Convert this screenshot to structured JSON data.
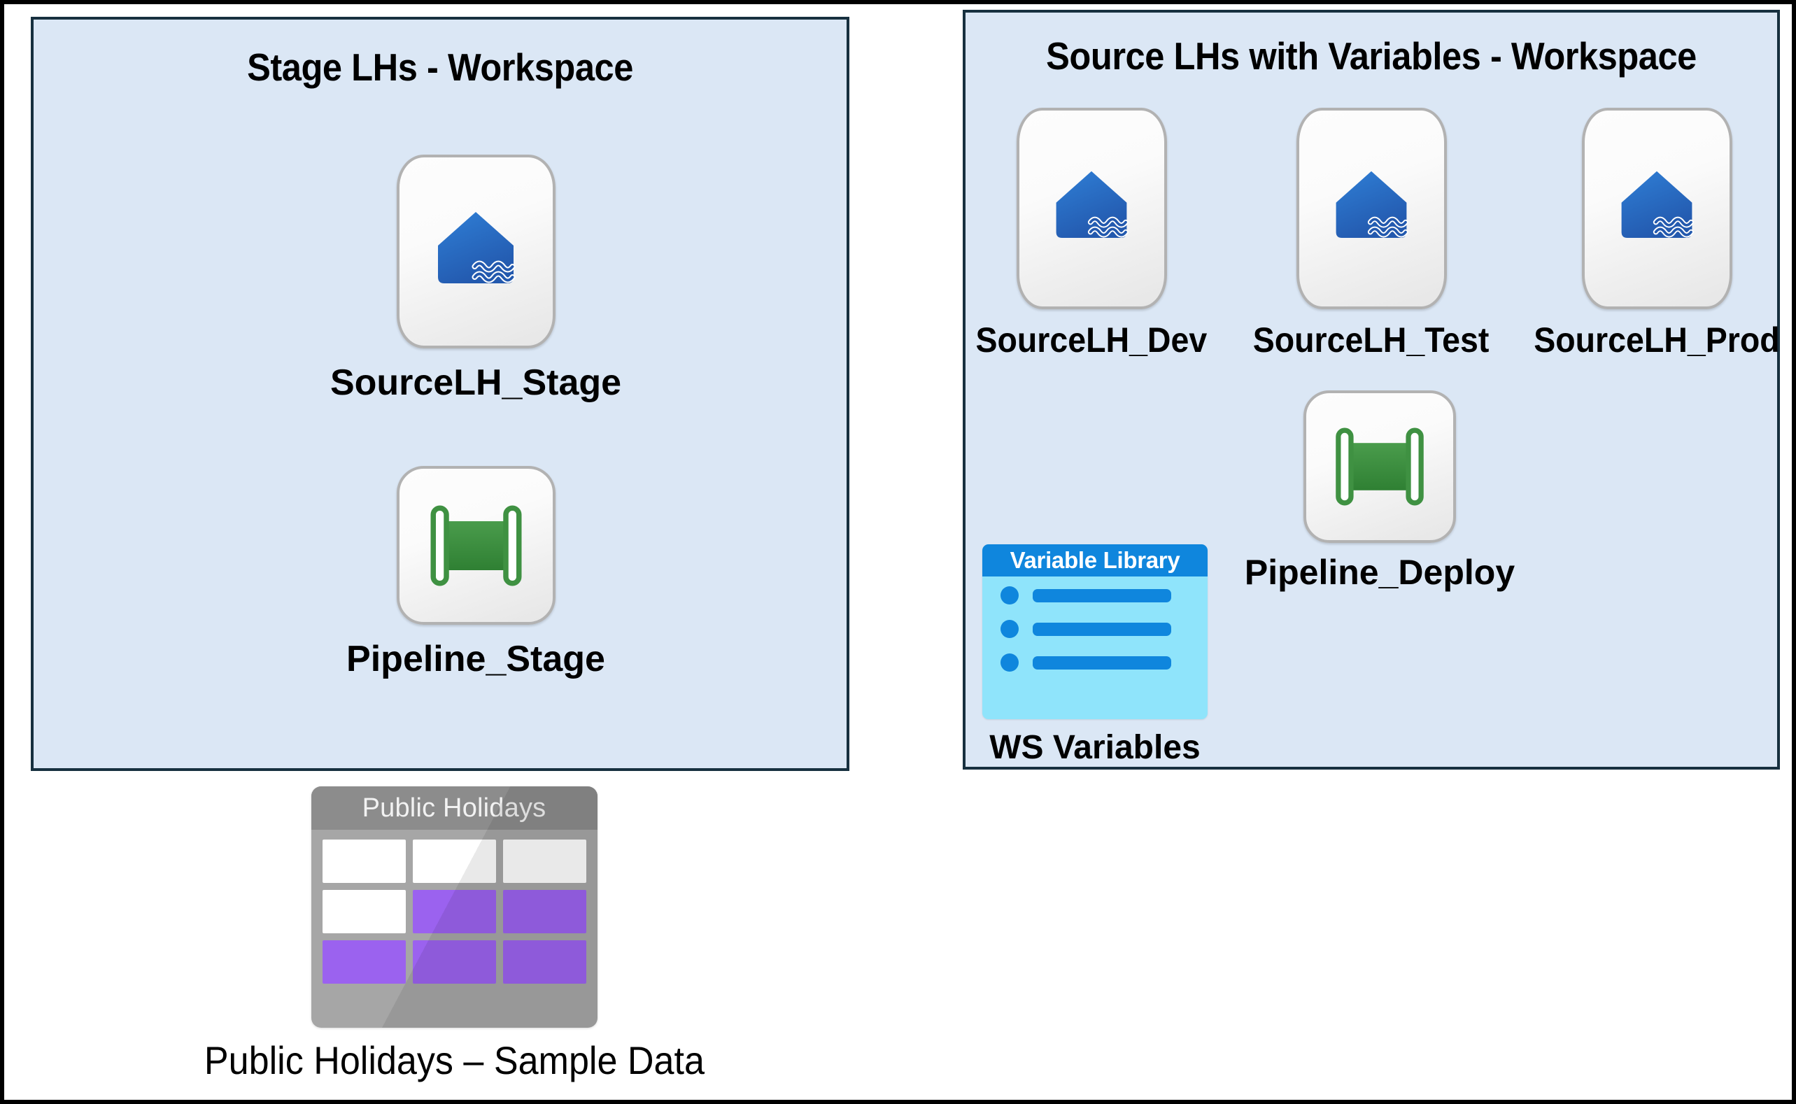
{
  "diagram": {
    "background": "#ffffff",
    "frame_border_color": "#000000",
    "panel_fill": "#dbe7f5",
    "panel_border": "#17303f",
    "accent_blue": "#2b6cc4",
    "accent_green": "#3f9142",
    "accent_purple": "#9b62ef",
    "varlib_header_blue": "#0f86dd",
    "varlib_body_blue": "#8fe4fb",
    "table_gray": "#a6a6a6"
  },
  "panels": [
    {
      "id": "stage",
      "title": "Stage LHs - Workspace",
      "items": [
        {
          "label": "SourceLH_Stage",
          "icon": "lakehouse-icon",
          "type": "lakehouse"
        },
        {
          "label": "Pipeline_Stage",
          "icon": "pipeline-icon",
          "type": "pipeline"
        }
      ]
    },
    {
      "id": "source",
      "title": "Source LHs with Variables - Workspace",
      "items": [
        {
          "label": "SourceLH_Dev",
          "icon": "lakehouse-icon",
          "type": "lakehouse"
        },
        {
          "label": "SourceLH_Test",
          "icon": "lakehouse-icon",
          "type": "lakehouse"
        },
        {
          "label": "SourceLH_Prod",
          "icon": "lakehouse-icon",
          "type": "lakehouse"
        },
        {
          "label": "Pipeline_Deploy",
          "icon": "pipeline-icon",
          "type": "pipeline"
        },
        {
          "label": "WS Variables",
          "icon": "variable-library-icon",
          "type": "variable-library",
          "card_title": "Variable Library"
        }
      ]
    }
  ],
  "standalone": {
    "caption": "Public Holidays – Sample Data",
    "icon": "table-icon",
    "card_title": "Public Holidays",
    "grid": [
      [
        "white",
        "white",
        "white"
      ],
      [
        "white",
        "purple",
        "purple"
      ],
      [
        "purple",
        "purple",
        "purple"
      ]
    ]
  }
}
